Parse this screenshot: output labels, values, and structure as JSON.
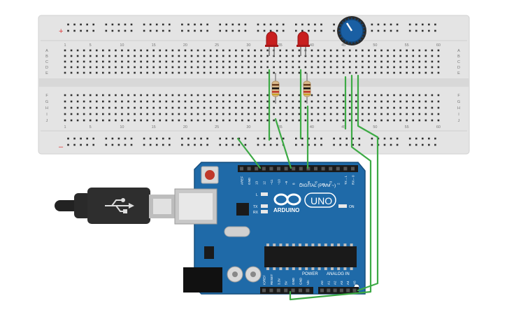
{
  "breadboard": {
    "plus_sign": "+",
    "minus_sign": "–",
    "column_labels": [
      "1",
      "5",
      "10",
      "15",
      "20",
      "25",
      "30",
      "35",
      "40",
      "45",
      "50",
      "55",
      "60"
    ],
    "row_labels_top": [
      "A",
      "B",
      "C",
      "D",
      "E"
    ],
    "row_labels_bottom": [
      "F",
      "G",
      "H",
      "I",
      "J"
    ]
  },
  "board": {
    "brand": "ARDUINO",
    "model": "UNO",
    "digital_label": "DIGITAL (PWM ~)",
    "power_label": "POWER",
    "analog_label": "ANALOG IN",
    "led_l": "L",
    "led_tx": "TX",
    "led_rx": "RX",
    "led_on": "ON",
    "digital_pins": [
      "AREF",
      "GND",
      "13",
      "12",
      "~11",
      "~10",
      "~9",
      "8",
      "7",
      "~6",
      "~5",
      "4",
      "~3",
      "2",
      "TX→1",
      "RX←0"
    ],
    "power_pins": [
      "IOREF",
      "RESET",
      "3.3V",
      "5V",
      "GND",
      "GND",
      "Vin"
    ],
    "analog_pins": [
      "A0",
      "A1",
      "A2",
      "A3",
      "A4",
      "A5"
    ]
  },
  "colors": {
    "breadboard": "#e4e4e4",
    "board": "#1f6aa8",
    "wire": "#3daa45",
    "led": "#c81e1e",
    "pot": "#1a5fa3"
  }
}
